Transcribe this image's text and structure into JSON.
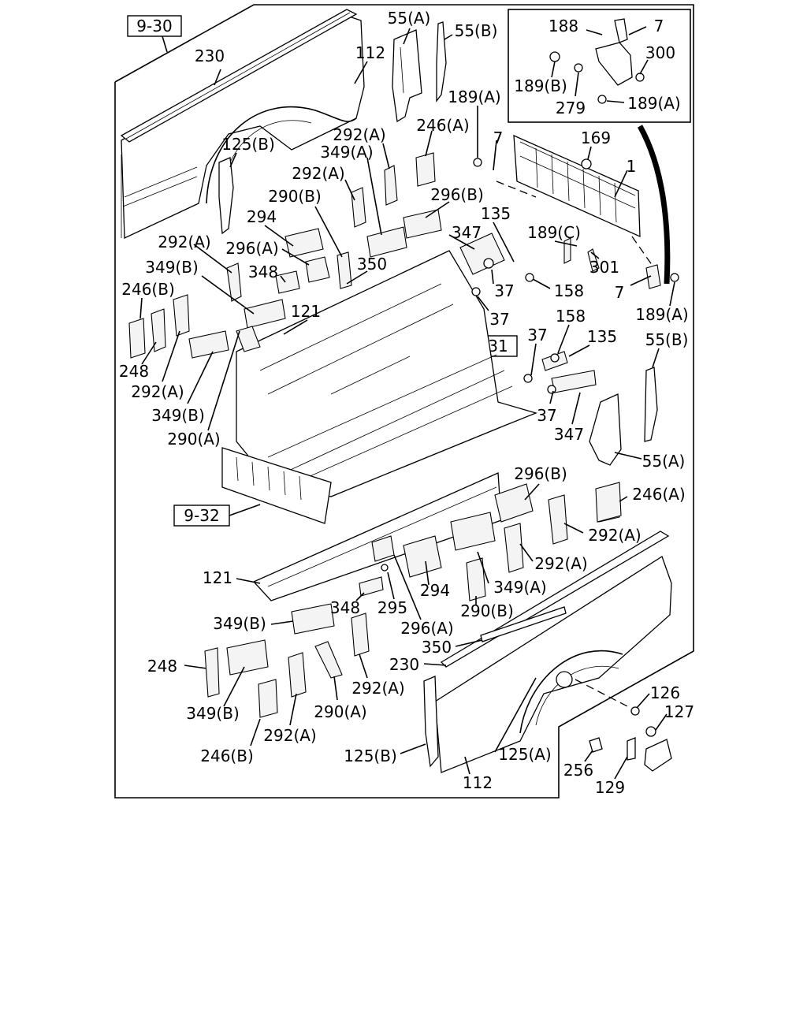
{
  "references": [
    {
      "id": "ref-9-30",
      "text": "9-30"
    },
    {
      "id": "ref-9-31",
      "text": "9-31"
    },
    {
      "id": "ref-9-32",
      "text": "9-32"
    }
  ],
  "callouts": [
    "230",
    "112",
    "55(A)",
    "55(B)",
    "188",
    "7",
    "300",
    "189(B)",
    "279",
    "189(A)",
    "125(B)",
    "292(A)",
    "349(A)",
    "246(A)",
    "189(A)",
    "7",
    "169",
    "1",
    "290(B)",
    "292(A)",
    "296(B)",
    "135",
    "294",
    "347",
    "189(C)",
    "296(A)",
    "350",
    "301",
    "292(A)",
    "348",
    "37",
    "158",
    "349(B)",
    "7",
    "189(A)",
    "246(B)",
    "121",
    "37",
    "158",
    "135",
    "37",
    "55(B)",
    "248",
    "292(A)",
    "349(B)",
    "37",
    "347",
    "290(A)",
    "55(A)",
    "296(B)",
    "246(A)",
    "292(A)",
    "292(A)",
    "121",
    "294",
    "349(A)",
    "348",
    "295",
    "290(B)",
    "349(B)",
    "296(A)",
    "350",
    "230",
    "248",
    "292(A)",
    "126",
    "127",
    "349(B)",
    "290(A)",
    "292(A)",
    "125(B)",
    "125(A)",
    "256",
    "246(B)",
    "129",
    "112"
  ]
}
